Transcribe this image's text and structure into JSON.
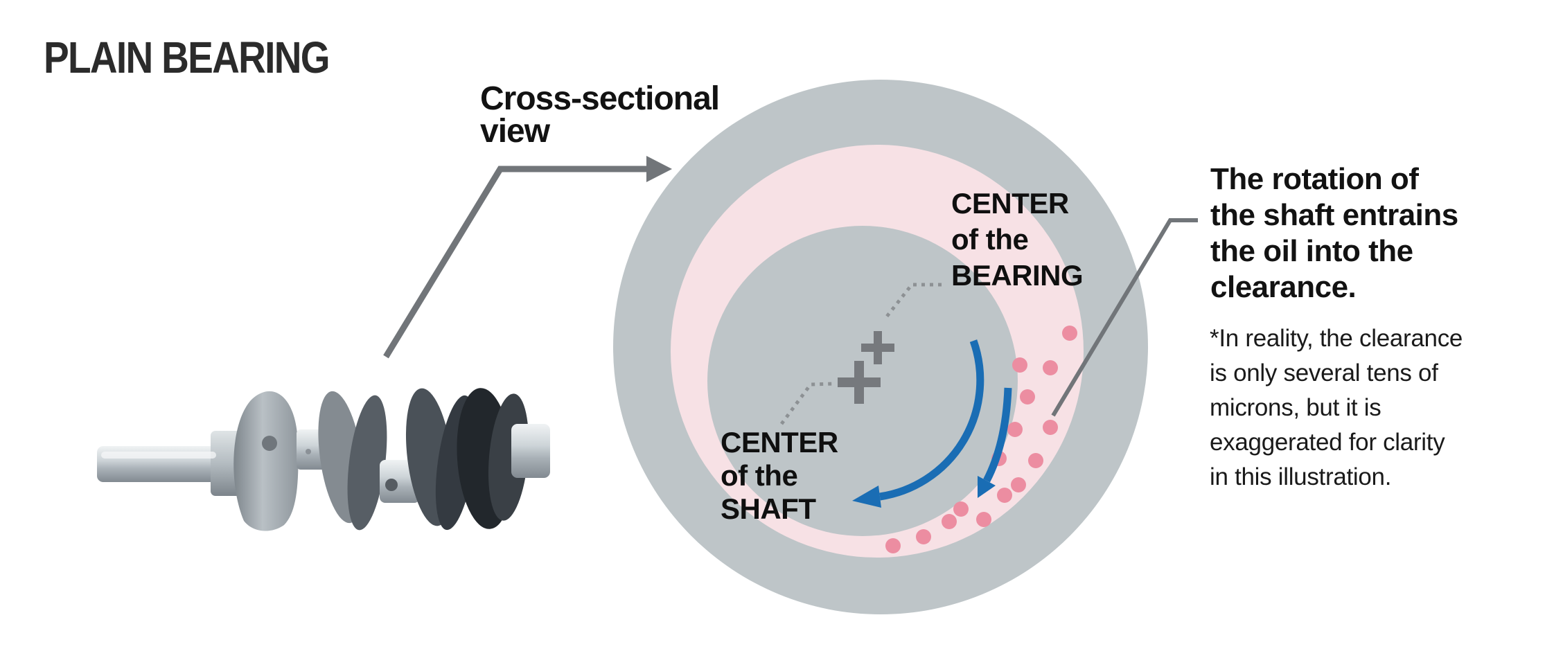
{
  "title": "PLAIN BEARING",
  "cross_section_label": {
    "line1": "Cross-sectional",
    "line2": "view"
  },
  "diagram": {
    "bearing_center_label": {
      "line1": "CENTER",
      "line2": "of the",
      "line3": "BEARING"
    },
    "shaft_center_label": {
      "line1": "CENTER",
      "line2": "of the",
      "line3": "SHAFT"
    }
  },
  "annotation": {
    "heading_lines": [
      "The rotation of",
      "the shaft entrains",
      "the oil into the",
      "clearance."
    ],
    "note_lines": [
      "*In reality, the clearance",
      "is only several tens of",
      "microns, but it is",
      "exaggerated for clarity",
      "in this illustration."
    ]
  },
  "colors": {
    "housing_gray": "#bec5c8",
    "oil_pink": "#f7e1e5",
    "shaft_gray": "#bec5c8",
    "oil_dot_pink": "#ec8da1",
    "arrow_blue": "#1a6db4",
    "leader_gray": "#717579",
    "center_marker_gray": "#76797d",
    "dotted_leader_gray": "#8d9194"
  }
}
